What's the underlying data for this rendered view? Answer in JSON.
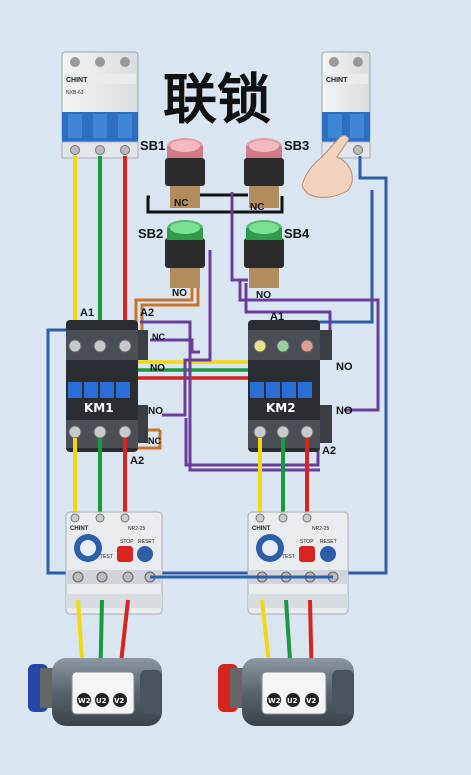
{
  "title": "联锁",
  "brand": "CHINT",
  "breaker_model": "NXB-63",
  "buttons": {
    "sb1": "SB1",
    "sb2": "SB2",
    "sb3": "SB3",
    "sb4": "SB4"
  },
  "contacts": {
    "nc": "NC",
    "no": "NO",
    "a1": "A1",
    "a2": "A2"
  },
  "contactors": {
    "km1": "KM1",
    "km2": "KM2"
  },
  "relay": {
    "model": "NR2-25",
    "test": "TEST",
    "stop": "STOP",
    "reset": "RESET"
  },
  "motor_terminals": {
    "w2": "W2",
    "u2": "U2",
    "v2": "V2"
  },
  "colors": {
    "yellow": "#f2d80f",
    "green": "#1a9a3e",
    "red": "#d8241f",
    "blue": "#2c5fa8",
    "purple": "#6a3d9a",
    "orange": "#c8742a",
    "black": "#111111"
  }
}
